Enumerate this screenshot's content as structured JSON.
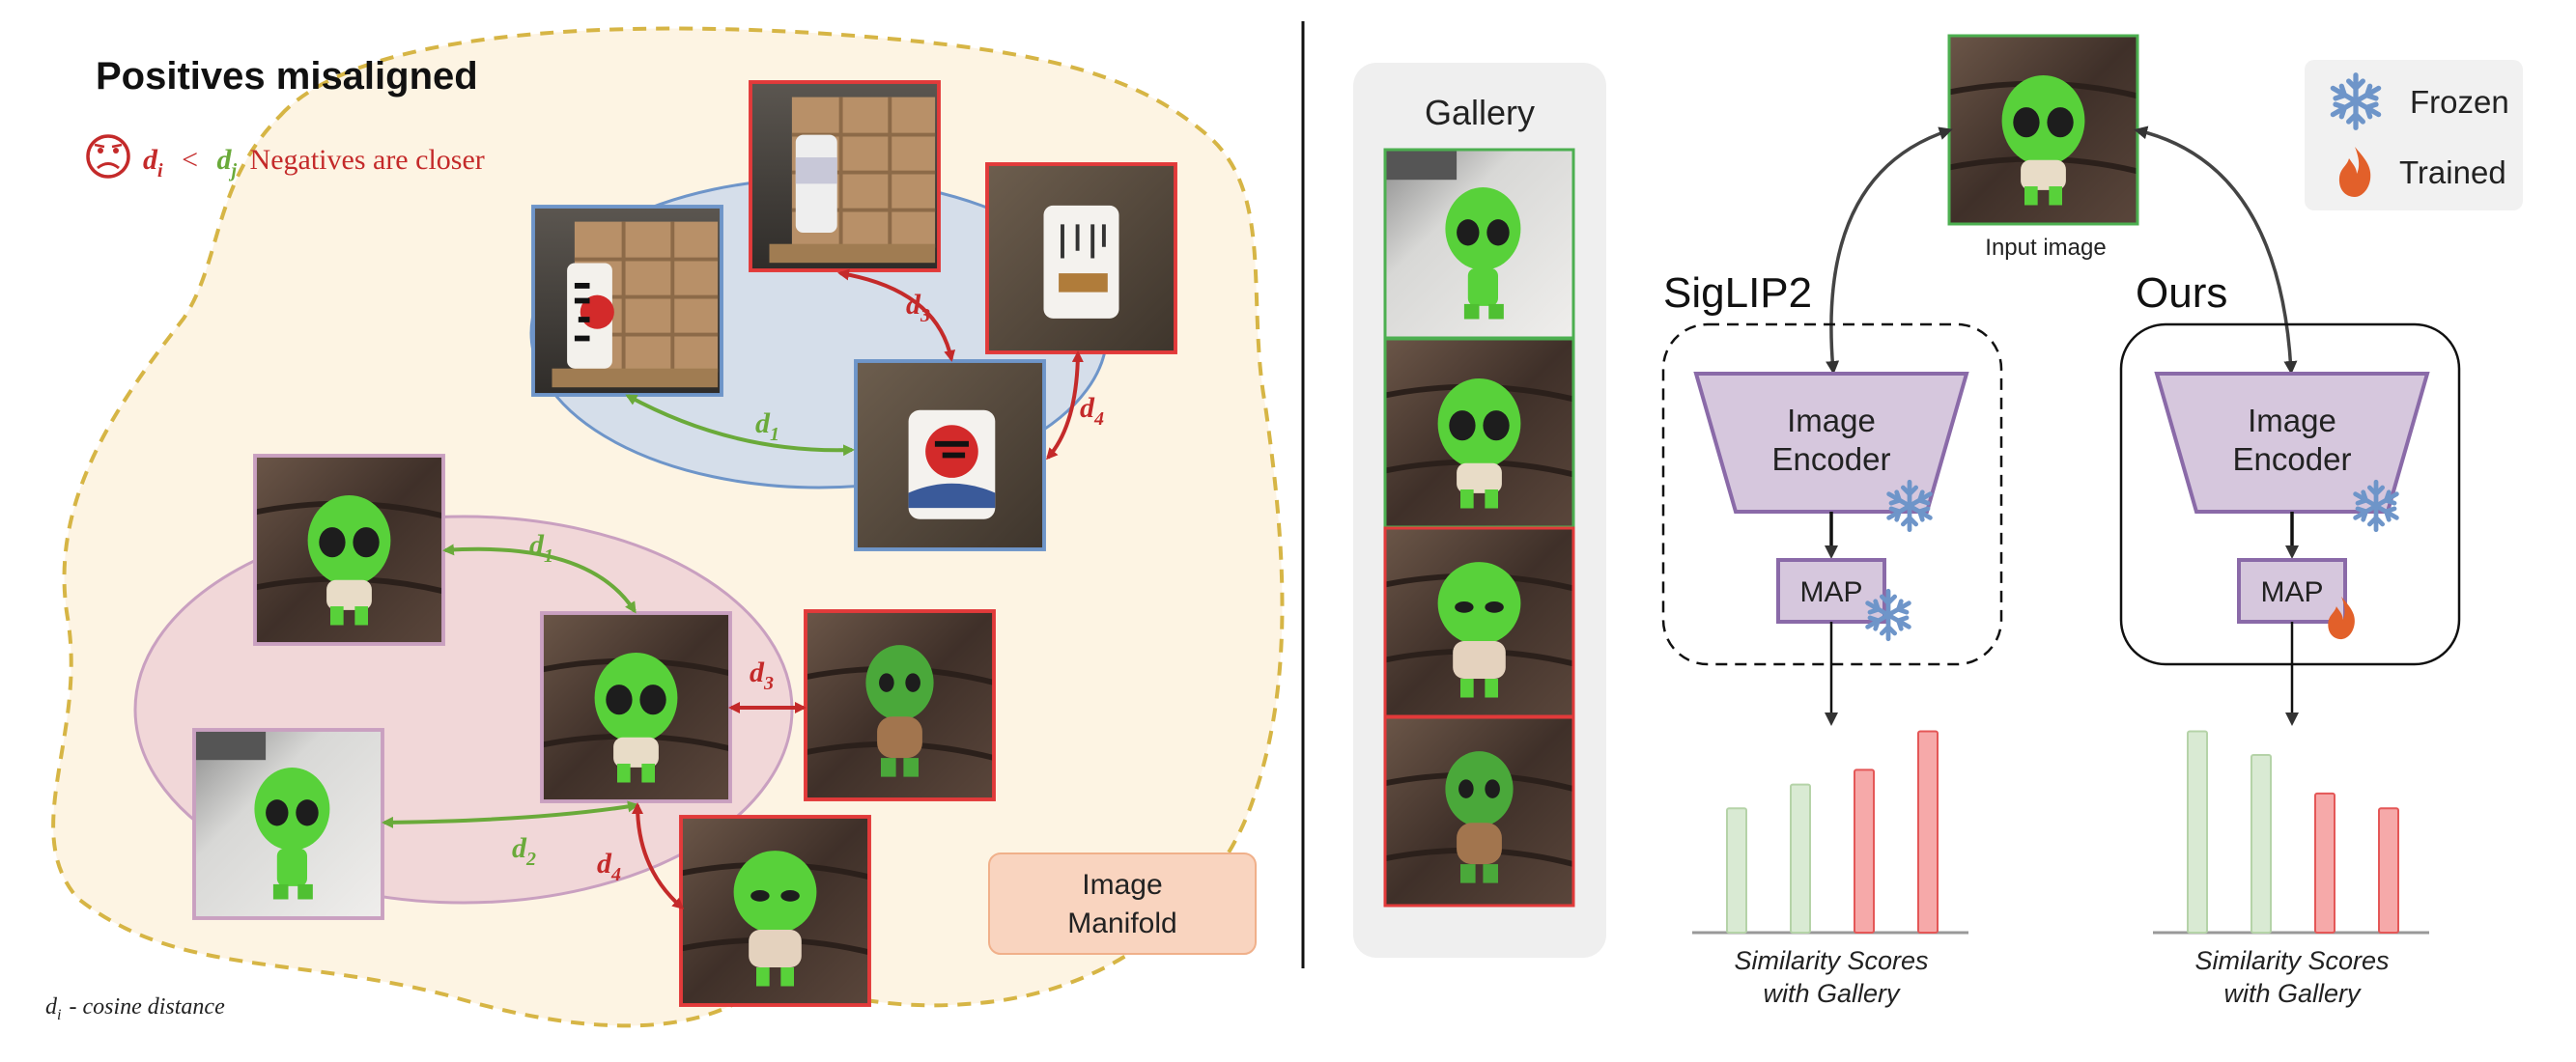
{
  "left_panel": {
    "title": "Positives misaligned",
    "sad_icon": "sad-face-icon",
    "formula": {
      "di": "d",
      "di_sub": "i",
      "lt": "<",
      "dj": "d",
      "dj_sub": "j",
      "text": "Negatives are closer"
    },
    "footnote": {
      "d": "d",
      "sub": "i",
      "text": "- cosine distance"
    },
    "manifold_label": [
      "Image",
      "Manifold"
    ],
    "distances": {
      "top_d1": {
        "d": "d",
        "sub": "1"
      },
      "top_d3": {
        "d": "d",
        "sub": "3"
      },
      "top_d4": {
        "d": "d",
        "sub": "4"
      },
      "bot_d1": {
        "d": "d",
        "sub": "1"
      },
      "bot_d2": {
        "d": "d",
        "sub": "2"
      },
      "bot_d3": {
        "d": "d",
        "sub": "3"
      },
      "bot_d4": {
        "d": "d",
        "sub": "4"
      }
    }
  },
  "gallery": {
    "title": "Gallery",
    "borders": [
      "green",
      "green",
      "red",
      "red"
    ]
  },
  "input_image_label": "Input image",
  "legend": {
    "frozen": "Frozen",
    "trained": "Trained",
    "frozen_icon": "snowflake-icon",
    "trained_icon": "flame-icon"
  },
  "siglip": {
    "title": "SigLIP2",
    "encoder": [
      "Image",
      "Encoder"
    ],
    "map": "MAP",
    "caption": [
      "Similarity Scores",
      "with Gallery"
    ]
  },
  "ours": {
    "title": "Ours",
    "encoder": [
      "Image",
      "Encoder"
    ],
    "map": "MAP",
    "caption": [
      "Similarity Scores",
      "with Gallery"
    ]
  },
  "colors": {
    "green": "#6aaa3a",
    "red": "#c42a2a",
    "blue": "#6e95c9",
    "pink": "#c9a0c0",
    "purple": "#8a6aa8",
    "gold": "#d6b545"
  },
  "chart_data": [
    {
      "type": "bar",
      "series": [
        {
          "values": [
            0.42,
            0.5,
            0.55,
            0.68
          ]
        }
      ],
      "ylim": [
        0,
        0.75
      ],
      "colors": [
        "green",
        "green",
        "red",
        "red"
      ]
    },
    {
      "type": "bar",
      "series": [
        {
          "values": [
            0.68,
            0.6,
            0.47,
            0.42
          ]
        }
      ],
      "ylim": [
        0,
        0.75
      ],
      "colors": [
        "green",
        "green",
        "red",
        "red"
      ]
    }
  ]
}
